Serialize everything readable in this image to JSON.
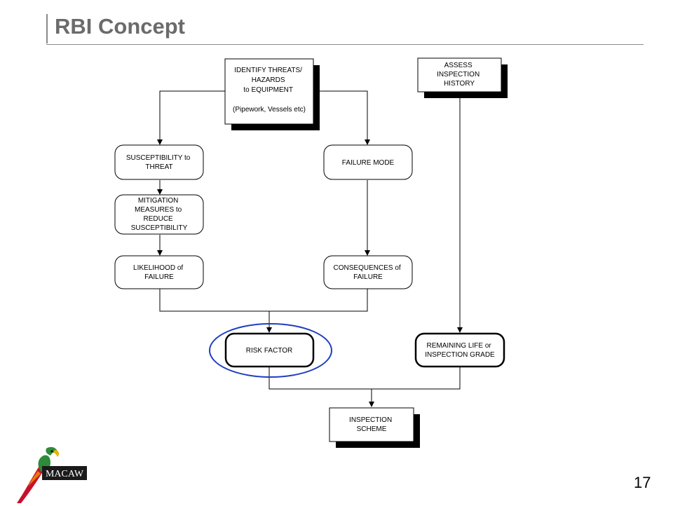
{
  "slide": {
    "title": "RBI Concept",
    "page_number": "17",
    "logo_text": "MACAW"
  },
  "nodes": {
    "identify": [
      "IDENTIFY THREATS/",
      "HAZARDS",
      "to EQUIPMENT",
      "",
      "(Pipework, Vessels etc)"
    ],
    "assess": [
      "ASSESS",
      "INSPECTION",
      "HISTORY"
    ],
    "susceptibility": [
      "SUSCEPTIBILITY to",
      "THREAT"
    ],
    "failure_mode": [
      "FAILURE MODE"
    ],
    "mitigation": [
      "MITIGATION",
      "MEASURES to",
      "REDUCE",
      "SUSCEPTIBILITY"
    ],
    "likelihood": [
      "LIKELIHOOD of",
      "FAILURE"
    ],
    "consequences": [
      "CONSEQUENCES of",
      "FAILURE"
    ],
    "risk": [
      "RISK FACTOR"
    ],
    "remaining": [
      "REMAINING LIFE or",
      "INSPECTION GRADE"
    ],
    "scheme": [
      "INSPECTION",
      "SCHEME"
    ]
  },
  "colors": {
    "highlight_ellipse": "#1f3fbf",
    "title": "#6b6b6b"
  }
}
